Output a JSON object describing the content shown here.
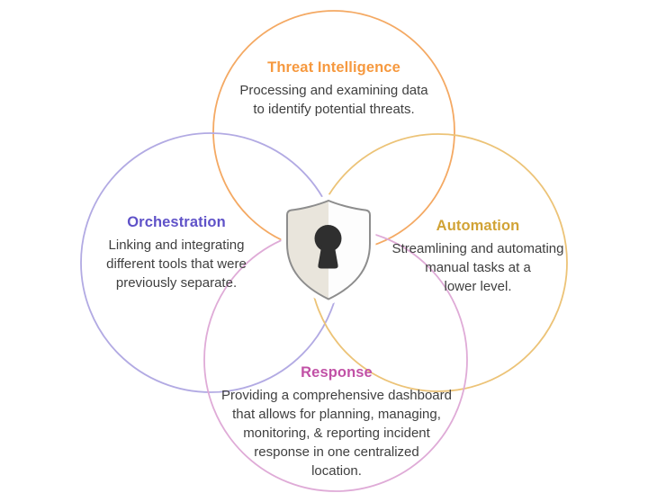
{
  "diagram": {
    "name": "SOAR security venn diagram",
    "text_color": "#3f3f3f",
    "sections": {
      "threat_intelligence": {
        "label": "Threat Intelligence",
        "description": "Processing and examining data\nto identify potential threats.",
        "title_color": "#f6993f",
        "circle_color": "#f4a963"
      },
      "orchestration": {
        "label": "Orchestration",
        "description": "Linking and integrating\ndifferent tools that were\npreviously separate.",
        "title_color": "#5f52c8",
        "circle_color": "#b2aae3"
      },
      "automation": {
        "label": "Automation",
        "description": "Streamlining and automating\nmanual tasks at a\nlower level.",
        "title_color": "#d1a336",
        "circle_color": "#ecc377"
      },
      "response": {
        "label": "Response",
        "description": "Providing a comprehensive dashboard\nthat allows for planning, managing,\nmonitoring, & reporting incident\nresponse in one centralized\nlocation.",
        "title_color": "#c151a6",
        "circle_color": "#dfabd7"
      }
    },
    "shield": {
      "icon": "shield-keyhole-icon",
      "left_fill": "#e9e5dc",
      "right_fill": "#fdfdfd",
      "outline": "#8d8d8d",
      "keyhole": "#2f2f2f"
    }
  }
}
